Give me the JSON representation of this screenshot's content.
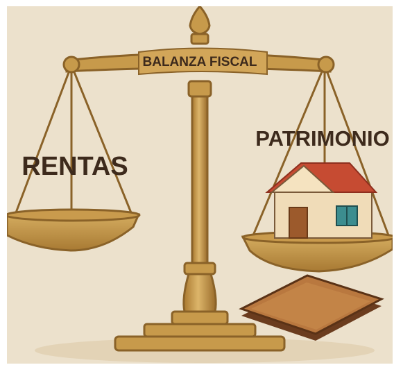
{
  "scale": {
    "title": "BALANZA FISCAL",
    "left_label": "RENTAS",
    "right_label": "PATRIMONIO"
  },
  "colors": {
    "background": "#ece1cc",
    "brass": "#c79a4b",
    "brass_dark": "#8a6228",
    "brass_light": "#dcb56a",
    "text": "#3d2a1c",
    "roof": "#c64b32",
    "house_wall": "#f0dcb8",
    "door": "#9c5a2c",
    "window": "#3c8d8f",
    "land_plot": "#b9783f"
  },
  "icons": [
    "balance-scale-icon",
    "house-icon",
    "land-plot-icon"
  ]
}
